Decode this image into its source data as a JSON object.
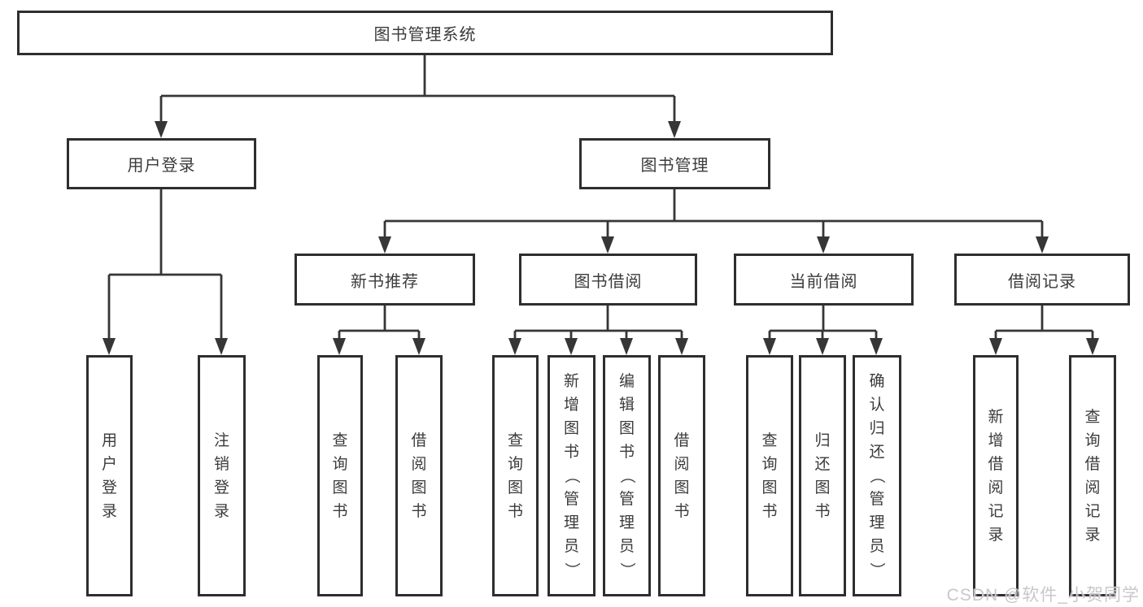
{
  "tree": {
    "root": "图书管理系统",
    "branches": [
      {
        "label": "用户登录",
        "children": [
          "用户登录",
          "注销登录"
        ]
      },
      {
        "label": "图书管理",
        "children": [
          {
            "label": "新书推荐",
            "children": [
              "查询图书",
              "借阅图书"
            ]
          },
          {
            "label": "图书借阅",
            "children": [
              "查询图书",
              "新增图书（管理员）",
              "编辑图书（管理员）",
              "借阅图书"
            ]
          },
          {
            "label": "当前借阅",
            "children": [
              "查询图书",
              "归还图书",
              "确认归还（管理员）"
            ]
          },
          {
            "label": "借阅记录",
            "children": [
              "新增借阅记录",
              "查询借阅记录"
            ]
          }
        ]
      }
    ]
  },
  "watermark": {
    "text": "CSDN @软件_小贺同学"
  },
  "colors": {
    "line": "#363636",
    "box_border": "#2e2e2e",
    "box_fill": "#ffffff",
    "text": "#3b3b3b",
    "watermark_text": "#c8c8c8"
  }
}
